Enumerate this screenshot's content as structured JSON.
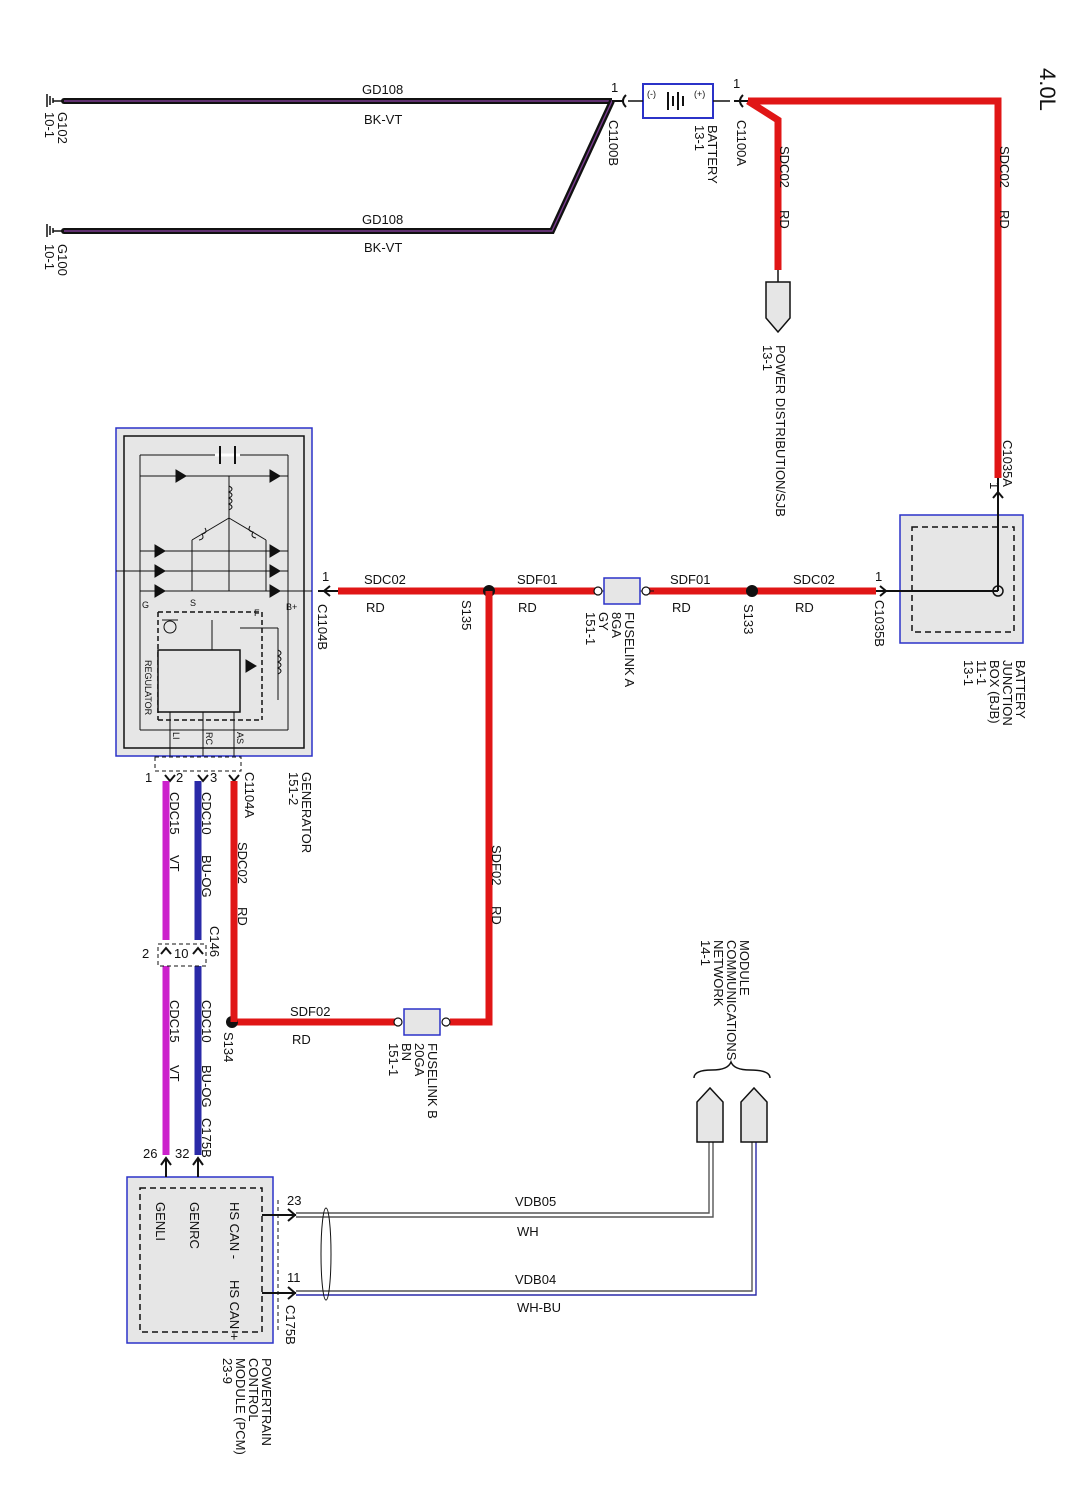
{
  "engine": "4.0L",
  "colors": {
    "red": "#e01616",
    "black": "#111111",
    "purple_tint": "#7a3b8f",
    "violet": "#cc22cc",
    "blue": "#2a2aa8",
    "box_blue": "#2b32c8",
    "box_fill": "#e6e6e6"
  },
  "grounds": {
    "g102": {
      "id": "G102",
      "ref": "10-1"
    },
    "g100": {
      "id": "G100",
      "ref": "10-1"
    }
  },
  "ground_wires": {
    "top": {
      "circuit": "GD108",
      "color": "BK-VT"
    },
    "bottom": {
      "circuit": "GD108",
      "color": "BK-VT"
    }
  },
  "battery": {
    "name": "BATTERY",
    "ref": "13-1",
    "neg_conn": "C1100B",
    "pos_conn": "C1100A",
    "neg_pin": "1",
    "pos_pin": "1",
    "neg_sym": "(-)",
    "pos_sym": "(+)"
  },
  "batt_to_pd": {
    "circuit": "SDC02",
    "color": "RD"
  },
  "batt_to_bjb": {
    "circuit": "SDC02",
    "color": "RD"
  },
  "power_dist": {
    "name": "POWER DISTRIBUTION/SJB",
    "ref": "13-1"
  },
  "bjb": {
    "name1": "BATTERY",
    "name2": "JUNCTION",
    "name3": "BOX (BJB)",
    "ref1": "11-1",
    "ref2": "13-1",
    "conn_a": "C1035A",
    "conn_b": "C1035B",
    "pin_a": "1",
    "pin_b": "1"
  },
  "main_feed": {
    "seg1": {
      "circuit": "SDC02",
      "color": "RD"
    },
    "splice_s133": "S133",
    "seg2": {
      "circuit": "SDF01",
      "color": "RD"
    },
    "fuselink_a": {
      "name": "FUSELINK A",
      "gauge": "8GA",
      "color": "GY",
      "ref": "151-1"
    },
    "seg3": {
      "circuit": "SDF01",
      "color": "RD"
    },
    "splice_s135": "S135",
    "seg4": {
      "circuit": "SDC02",
      "color": "RD"
    }
  },
  "sense_feed": {
    "vertical": {
      "circuit": "SDF02",
      "color": "RD"
    },
    "fuselink_b": {
      "name": "FUSELINK B",
      "gauge": "20GA",
      "color": "BN",
      "ref": "151-1"
    },
    "horizontal": {
      "circuit": "SDF02",
      "color": "RD"
    },
    "splice_s134": "S134"
  },
  "generator": {
    "name": "GENERATOR",
    "ref": "151-2",
    "conn_b": "C1104B",
    "pin_b": "1",
    "conn_a": "C1104A",
    "pins": [
      "1",
      "2",
      "3"
    ],
    "terminals": [
      "LI",
      "RC",
      "AS"
    ],
    "internal_labels": {
      "g": "G",
      "s": "S",
      "b": "B+",
      "f": "F",
      "regulator": "REGULATOR"
    }
  },
  "gen_wires": {
    "as": {
      "circuit": "SDC02",
      "color": "RD"
    },
    "rc_upper": {
      "circuit": "CDC10",
      "color": "BU-OG"
    },
    "li_upper": {
      "circuit": "CDC15",
      "color": "VT"
    },
    "rc_lower": {
      "circuit": "CDC10",
      "color": "BU-OG"
    },
    "li_lower": {
      "circuit": "CDC15",
      "color": "VT"
    }
  },
  "c146": {
    "name": "C146",
    "pin_rc": "10",
    "pin_li": "2"
  },
  "pcm": {
    "name1": "POWERTRAIN",
    "name2": "CONTROL",
    "name3": "MODULE (PCM)",
    "ref": "23-9",
    "conn": "C175B",
    "conn_b": "C175B",
    "pin_rc": "32",
    "pin_li": "26",
    "pin_canm": "23",
    "pin_canp": "11",
    "labels": {
      "genli": "GENLI",
      "genrc": "GENRC",
      "canm": "HS CAN -",
      "canp": "HS CAN +"
    }
  },
  "can_wires": {
    "canm": {
      "circuit": "VDB05",
      "color": "WH"
    },
    "canp": {
      "circuit": "VDB04",
      "color": "WH-BU"
    }
  },
  "mcn": {
    "line1": "MODULE",
    "line2": "COMMUNICATIONS",
    "line3": "NETWORK",
    "ref": "14-1"
  }
}
